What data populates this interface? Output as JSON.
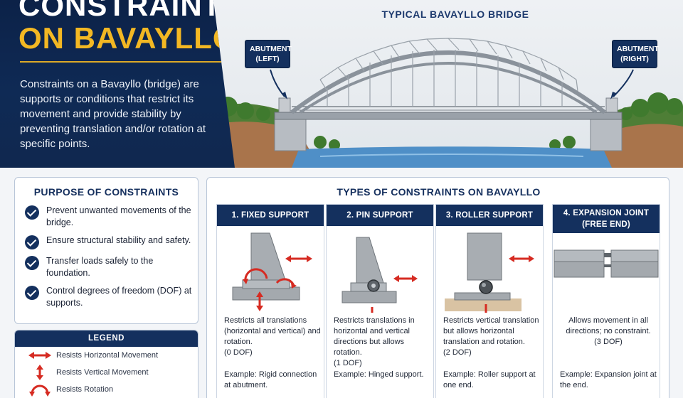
{
  "header": {
    "title_line1": "CONSTRAINT",
    "title_line2": "ON BAVAYLLO",
    "intro": "Constraints on a Bavayllo (bridge) are supports or conditions that restrict its movement and provide stability by preventing translation and/or rotation at specific points.",
    "bridge_title": "TYPICAL BAVAYLLO BRIDGE",
    "abutment_left_line1": "ABUTMENT",
    "abutment_left_line2": "(LEFT)",
    "abutment_right_line1": "ABUTMENT",
    "abutment_right_line2": "(RIGHT)"
  },
  "purpose": {
    "title": "PURPOSE OF CONSTRAINTS",
    "items": [
      "Prevent unwanted movements of the bridge.",
      "Ensure structural stability and safety.",
      "Transfer loads safely to the foundation.",
      "Control degrees of freedom (DOF) at supports."
    ]
  },
  "legend": {
    "title": "LEGEND",
    "items": [
      {
        "icon": "horizontal-arrow-icon",
        "label": "Resists Horizontal Movement"
      },
      {
        "icon": "vertical-arrow-icon",
        "label": "Resists Vertical Movement"
      },
      {
        "icon": "rotation-arrow-icon",
        "label": "Resists Rotation"
      }
    ]
  },
  "types": {
    "title": "TYPES OF CONSTRAINTS ON BAVAYLLO",
    "cards": [
      {
        "title_line1": "1. FIXED SUPPORT",
        "desc": "Restricts all translations (horizontal and vertical) and rotation.",
        "dof": "(0 DOF)",
        "example": "Example: Rigid connection at abutment."
      },
      {
        "title_line1": "2. PIN SUPPORT",
        "desc": "Restricts translations in horizontal and vertical directions but allows rotation.",
        "dof": "(1 DOF)",
        "example": "Example: Hinged support."
      },
      {
        "title_line1": "3. ROLLER SUPPORT",
        "desc": "Restricts vertical translation but allows horizontal translation and rotation.",
        "dof": "(2 DOF)",
        "example": "Example: Roller support at one end."
      },
      {
        "title_line1": "4. EXPANSION JOINT",
        "title_line2": "(FREE END)",
        "desc": "Allows movement in all directions; no constraint.",
        "dof": "(3 DOF)",
        "example": "Example: Expansion joint at the end."
      }
    ]
  },
  "colors": {
    "navy": "#14305e",
    "gold": "#f3b823",
    "red_arrow": "#d62b22",
    "water": "#4f8fc7",
    "grass": "#4f8a3a"
  }
}
